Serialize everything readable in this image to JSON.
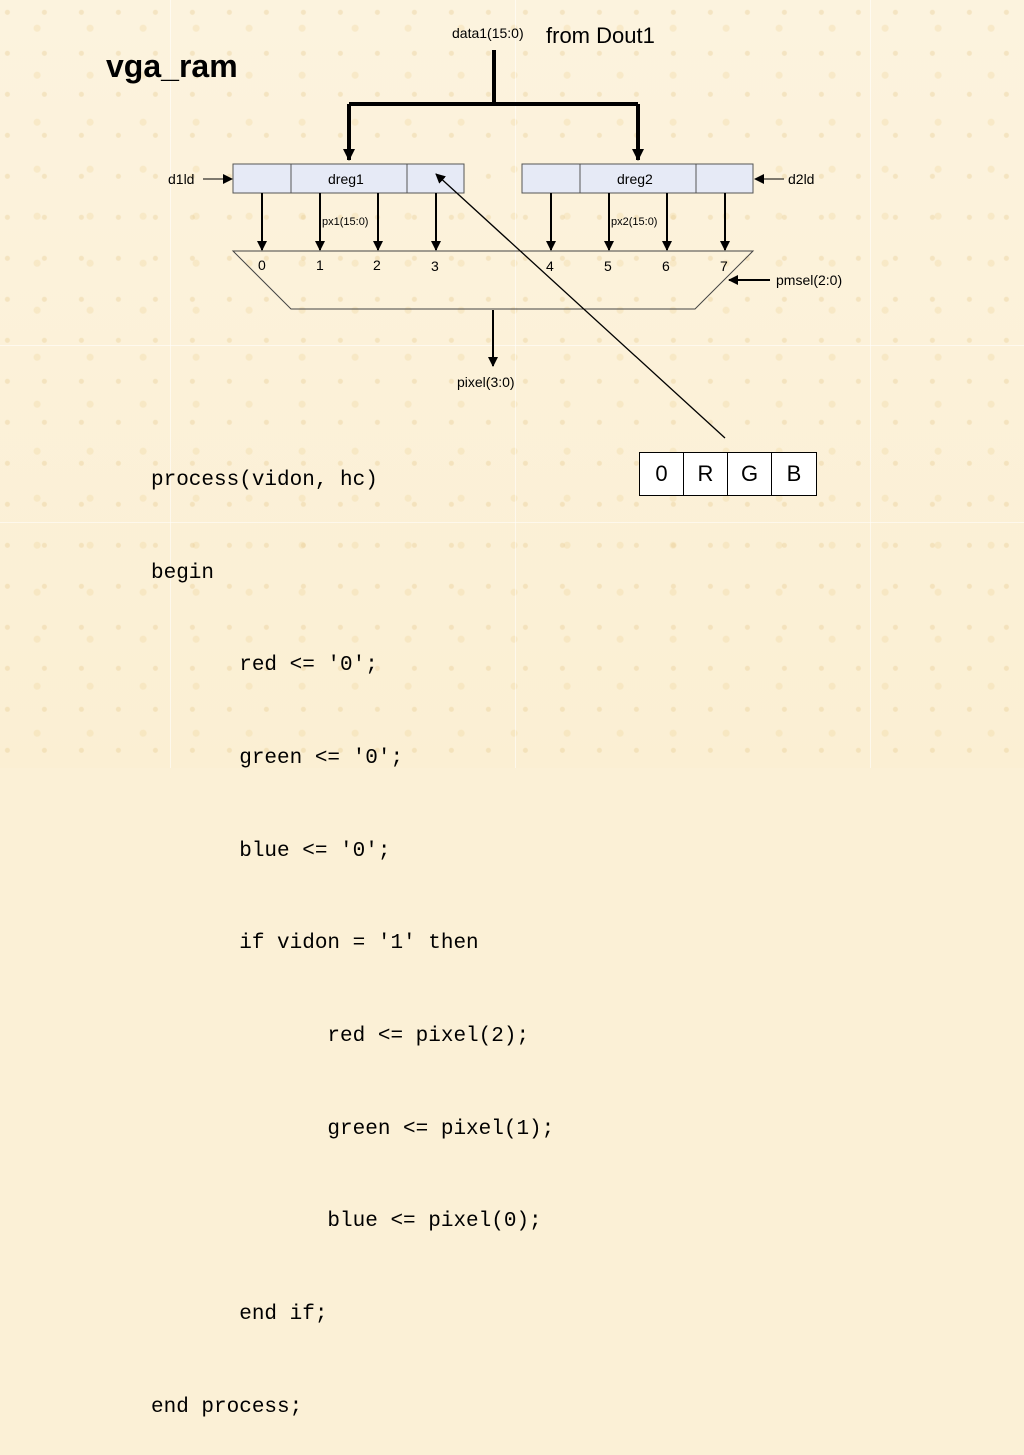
{
  "title": "vga_ram",
  "bus_in": {
    "signal": "data1(15:0)",
    "source": "from Dout1"
  },
  "registers": [
    {
      "name": "dreg1",
      "load": "d1ld",
      "output": "px1(15:0)"
    },
    {
      "name": "dreg2",
      "load": "d2ld",
      "output": "px2(15:0)"
    }
  ],
  "mux": {
    "inputs": [
      "0",
      "1",
      "2",
      "3",
      "4",
      "5",
      "6",
      "7"
    ],
    "select": "pmsel(2:0)",
    "output": "pixel(3:0)"
  },
  "pixel_format": [
    "0",
    "R",
    "G",
    "B"
  ],
  "code": [
    "process(vidon, hc)",
    "begin",
    "       red <= '0';",
    "       green <= '0';",
    "       blue <= '0';",
    "       if vidon = '1' then",
    "              red <= pixel(2);",
    "              green <= pixel(1);",
    "              blue <= pixel(0);",
    "       end if;",
    "end process;"
  ]
}
